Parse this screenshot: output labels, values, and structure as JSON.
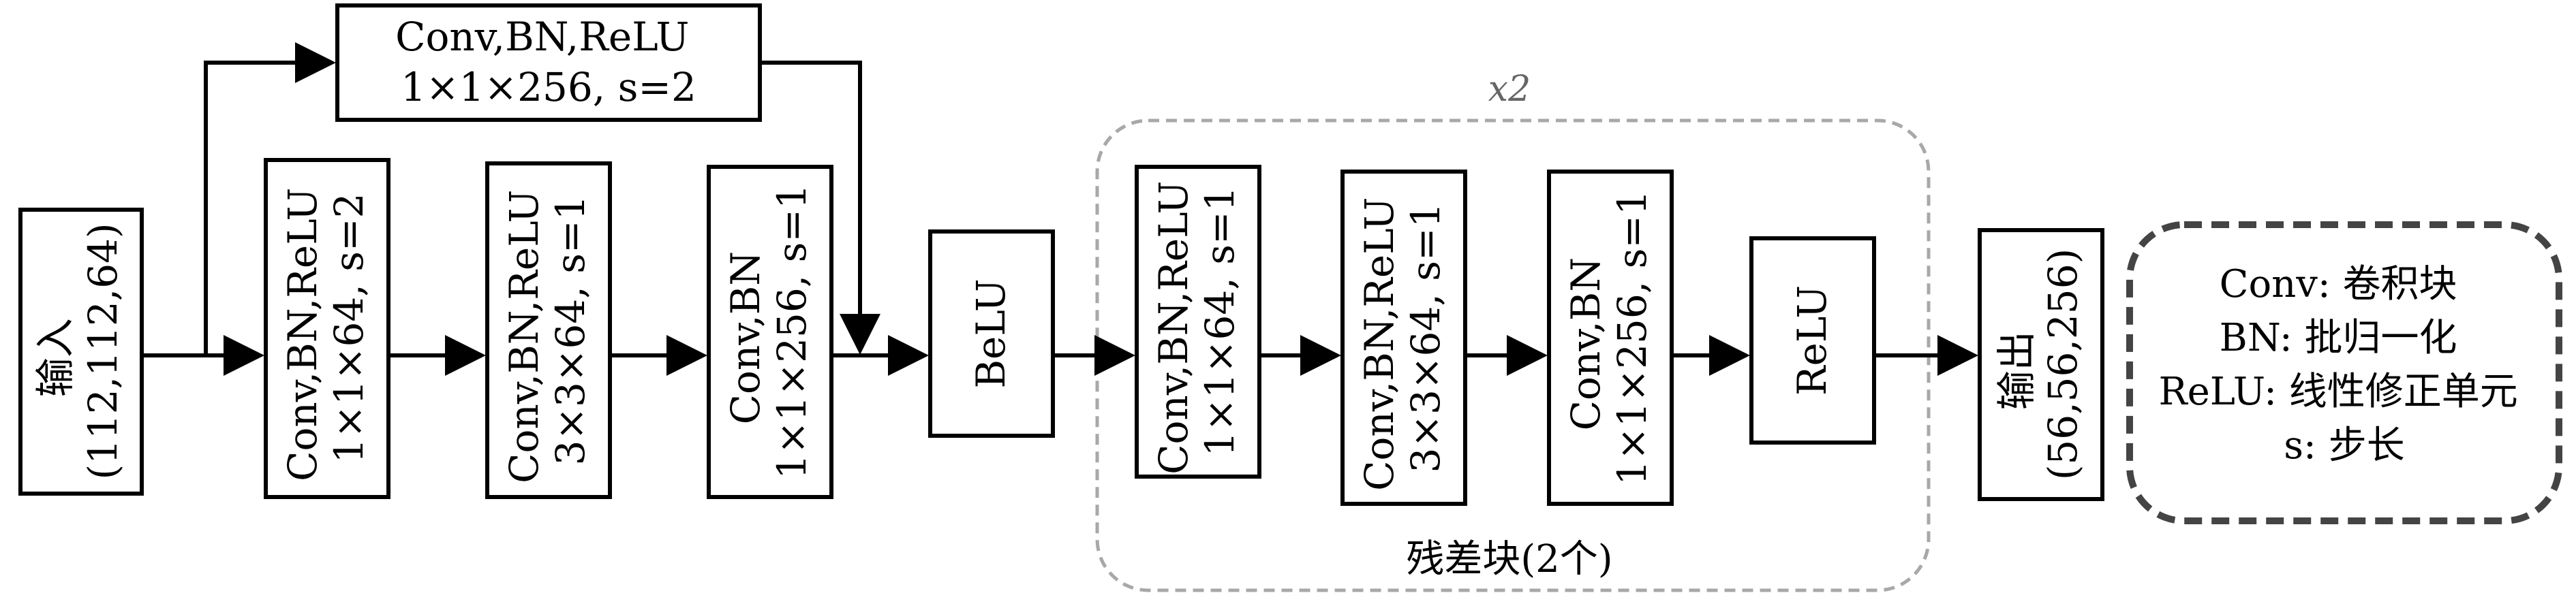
{
  "input": {
    "line1": "输入",
    "line2": "(112,112,64)"
  },
  "top_branch": {
    "line1": "Conv,BN,ReLU",
    "line2": "1×1×256, s=2"
  },
  "main_blocks": [
    {
      "line1": "Conv,BN,ReLU",
      "line2": "1×1×64, s=2"
    },
    {
      "line1": "Conv,BN,ReLU",
      "line2": "3×3×64, s=1"
    },
    {
      "line1": "Conv,BN",
      "line2": "1×1×256, s=1"
    },
    {
      "line1": "BeLU"
    }
  ],
  "residual_group": {
    "repeat_label": "x2",
    "caption": "残差块(2个)",
    "blocks": [
      {
        "line1": "Conv,BN,ReLU",
        "line2": "1×1×64, s=1"
      },
      {
        "line1": "Conv,BN,ReLU",
        "line2": "3×3×64, s=1"
      },
      {
        "line1": "Conv,BN",
        "line2": "1×1×256, s=1"
      },
      {
        "line1": "ReLU"
      }
    ]
  },
  "output": {
    "line1": "输出",
    "line2": "(56,56,256)"
  },
  "legend": [
    {
      "line": "Conv: 卷积块"
    },
    {
      "line": "BN: 批归一化"
    },
    {
      "line": "ReLU: 线性修正单元"
    },
    {
      "line": "s: 步长"
    }
  ]
}
